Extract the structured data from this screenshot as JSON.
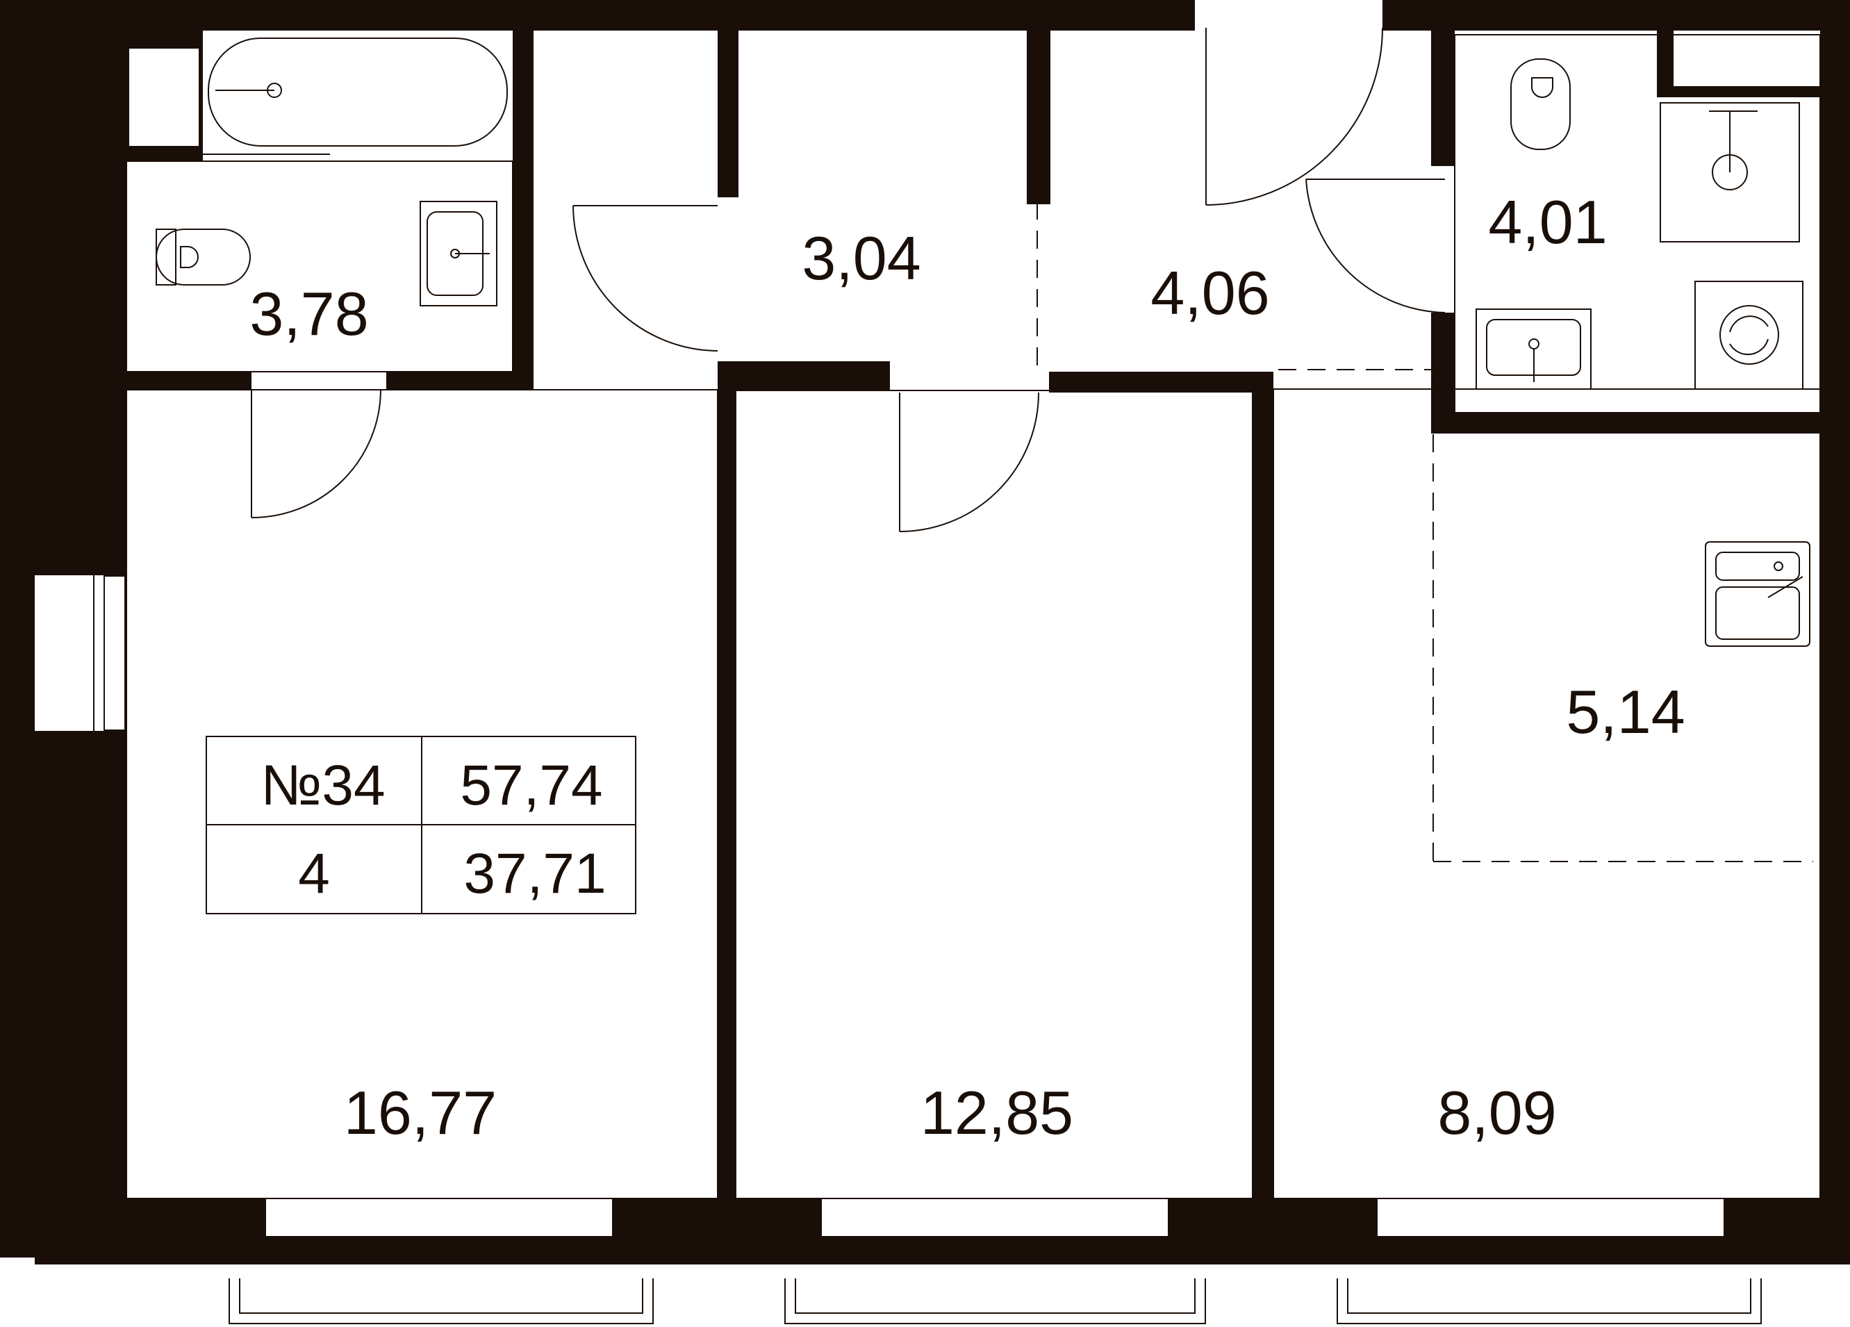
{
  "rooms": [
    {
      "id": "bathroom-1",
      "area": "3,78"
    },
    {
      "id": "corridor-1",
      "area": "3,04"
    },
    {
      "id": "hall",
      "area": "4,06"
    },
    {
      "id": "bathroom-2",
      "area": "4,01"
    },
    {
      "id": "kitchen-zone",
      "area": "5,14"
    },
    {
      "id": "bedroom-left",
      "area": "16,77"
    },
    {
      "id": "bedroom-middle",
      "area": "12,85"
    },
    {
      "id": "living-right",
      "area": "8,09"
    }
  ],
  "info_table": {
    "number": "№34",
    "total_area": "57,74",
    "floor": "4",
    "living_area": "37,71"
  },
  "colors": {
    "wall": "#1a0f08",
    "background": "#ffffff"
  },
  "icons": [
    "bathtub-icon",
    "toilet-icon",
    "sink-icon",
    "shower-icon",
    "washing-machine-icon",
    "kitchen-sink-icon"
  ]
}
